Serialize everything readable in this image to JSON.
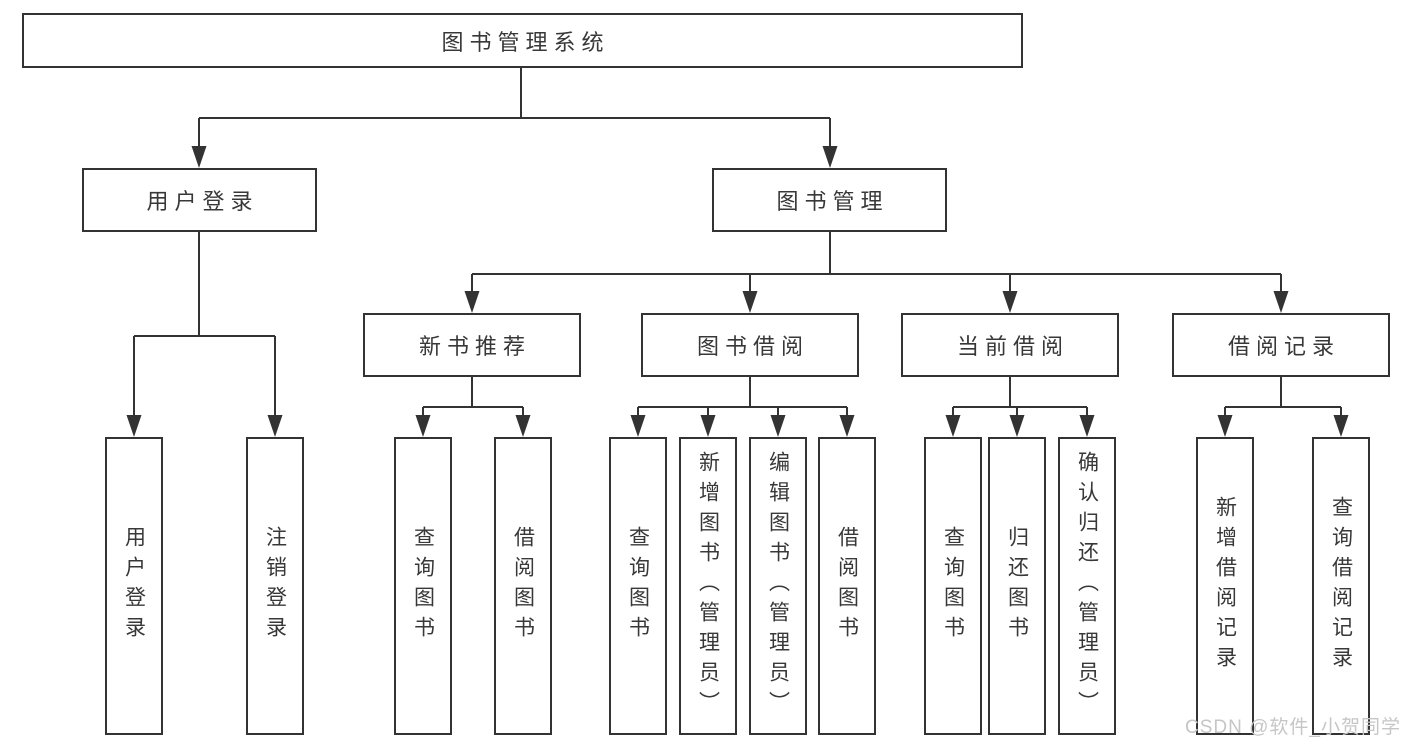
{
  "diagram": {
    "root": {
      "label": "图书管理系统"
    },
    "level2": {
      "user_login": {
        "label": "用户登录"
      },
      "book_management": {
        "label": "图书管理"
      }
    },
    "level3": {
      "new_book_recommend": {
        "label": "新书推荐"
      },
      "book_borrowing": {
        "label": "图书借阅"
      },
      "current_borrowing": {
        "label": "当前借阅"
      },
      "borrowing_records": {
        "label": "借阅记录"
      }
    },
    "leaves": [
      {
        "label": "用户登录"
      },
      {
        "label": "注销登录"
      },
      {
        "label": "查询图书"
      },
      {
        "label": "借阅图书"
      },
      {
        "label": "查询图书"
      },
      {
        "label": "新增图书（管理员）"
      },
      {
        "label": "编辑图书（管理员）"
      },
      {
        "label": "借阅图书"
      },
      {
        "label": "查询图书"
      },
      {
        "label": "归还图书"
      },
      {
        "label": "确认归还（管理员）"
      },
      {
        "label": "新增借阅记录"
      },
      {
        "label": "查询借阅记录"
      }
    ]
  },
  "watermark": {
    "text": "CSDN @软件_小贺同学"
  },
  "colors": {
    "line": "#333333",
    "box_border": "#333333",
    "text": "#383838",
    "background": "#ffffff",
    "watermark": "#c6c6c6"
  }
}
